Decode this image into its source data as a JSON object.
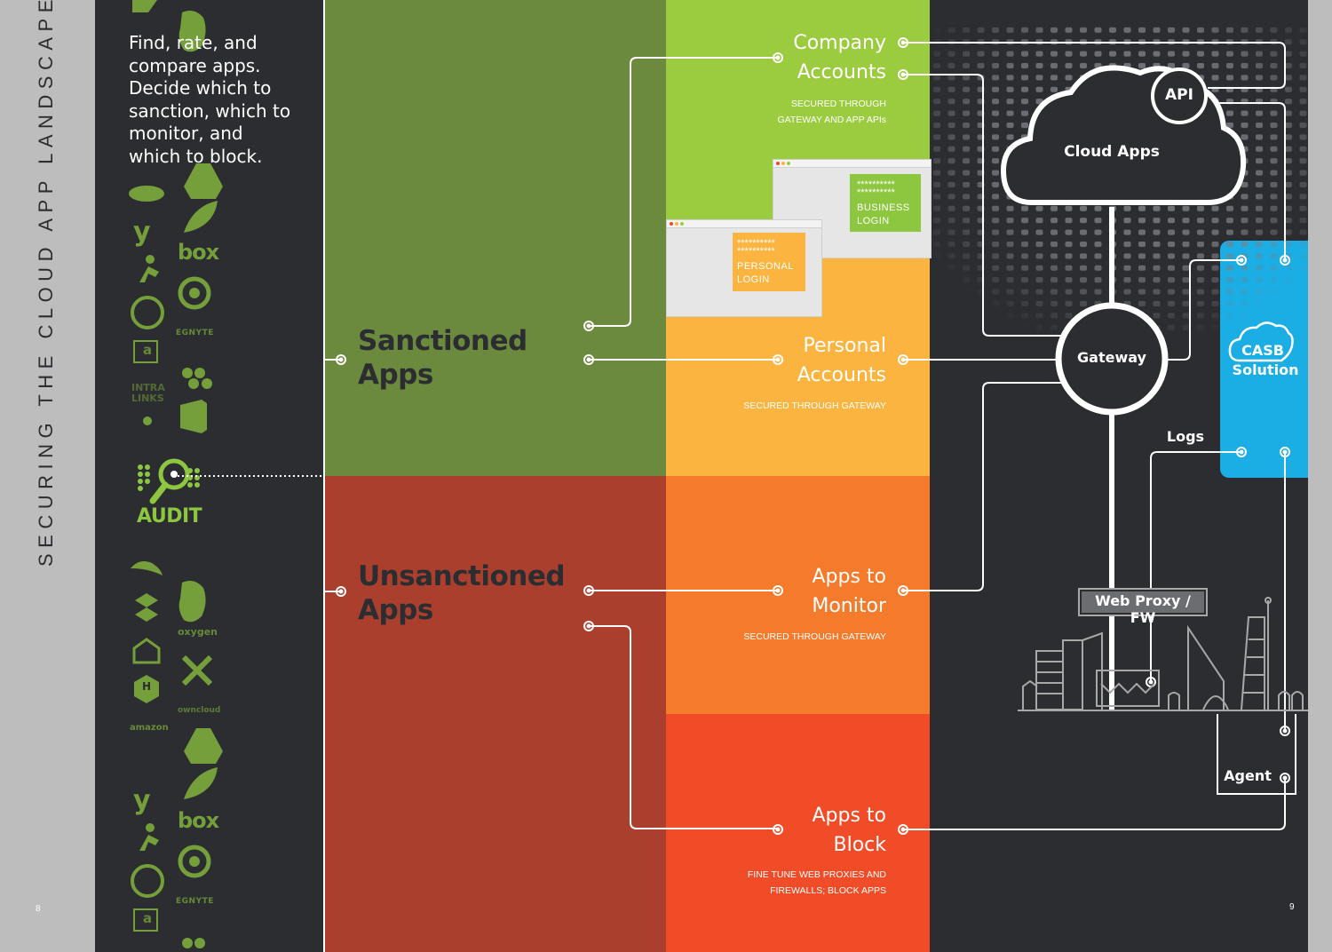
{
  "page": {
    "vertical_title": "SECURING THE CLOUD APP LANDSCAPE",
    "left_page_number": "8",
    "right_page_number": "9"
  },
  "intro_text": "Find, rate, and compare apps. Decide which to sanction, which to monitor, and which to block.",
  "audit_label": "AUDIT",
  "categories": {
    "sanctioned": {
      "line1": "Sanctioned",
      "line2": "Apps"
    },
    "unsanctioned": {
      "line1": "Unsanctioned",
      "line2": "Apps"
    }
  },
  "cards": {
    "company": {
      "line1": "Company",
      "line2": "Accounts",
      "sub1": "SECURED THROUGH",
      "sub2": "GATEWAY AND APP APIs"
    },
    "personal": {
      "line1": "Personal",
      "line2": "Accounts",
      "sub1": "SECURED THROUGH GATEWAY"
    },
    "monitor": {
      "line1": "Apps to",
      "line2": "Monitor",
      "sub1": "SECURED THROUGH GATEWAY"
    },
    "block": {
      "line1": "Apps to",
      "line2": "Block",
      "sub1": "FINE TUNE WEB PROXIES AND",
      "sub2": "FIREWALLS; BLOCK APPS"
    }
  },
  "logins": {
    "business": {
      "stars1": "**********",
      "stars2": "**********",
      "line1": "BUSINESS",
      "line2": "LOGIN"
    },
    "personal": {
      "stars1": "**********",
      "stars2": "**********",
      "line1": "PERSONAL",
      "line2": "LOGIN"
    }
  },
  "network": {
    "api": "API",
    "cloud_apps": "Cloud Apps",
    "gateway": "Gateway",
    "casb_line1": "CASB",
    "casb_line2": "Solution",
    "logs": "Logs",
    "web_proxy": "Web Proxy / FW",
    "agent": "Agent"
  },
  "logos": {
    "yelp": "y",
    "box": "box",
    "box2": "box",
    "egnyte": "EGNYTE",
    "egnyte2": "EGNYTE",
    "intralinks1": "INTRA",
    "intralinks2": "LINKS",
    "amazon": "a",
    "amazon2": "a",
    "oxygen": "oxygen",
    "owncloud": "owncloud",
    "amazon_ws": "amazon",
    "h": "H",
    "yelp2": "y"
  },
  "colors": {
    "dark": "#2c2d31",
    "olive": "#6b8a3e",
    "lime": "#9bcb3f",
    "amber": "#fbb43f",
    "rust": "#ab3f2e",
    "orange": "#f47a2c",
    "redorange": "#ef4c27",
    "cyan": "#1aaee5",
    "audit_green": "#8dc63f"
  }
}
